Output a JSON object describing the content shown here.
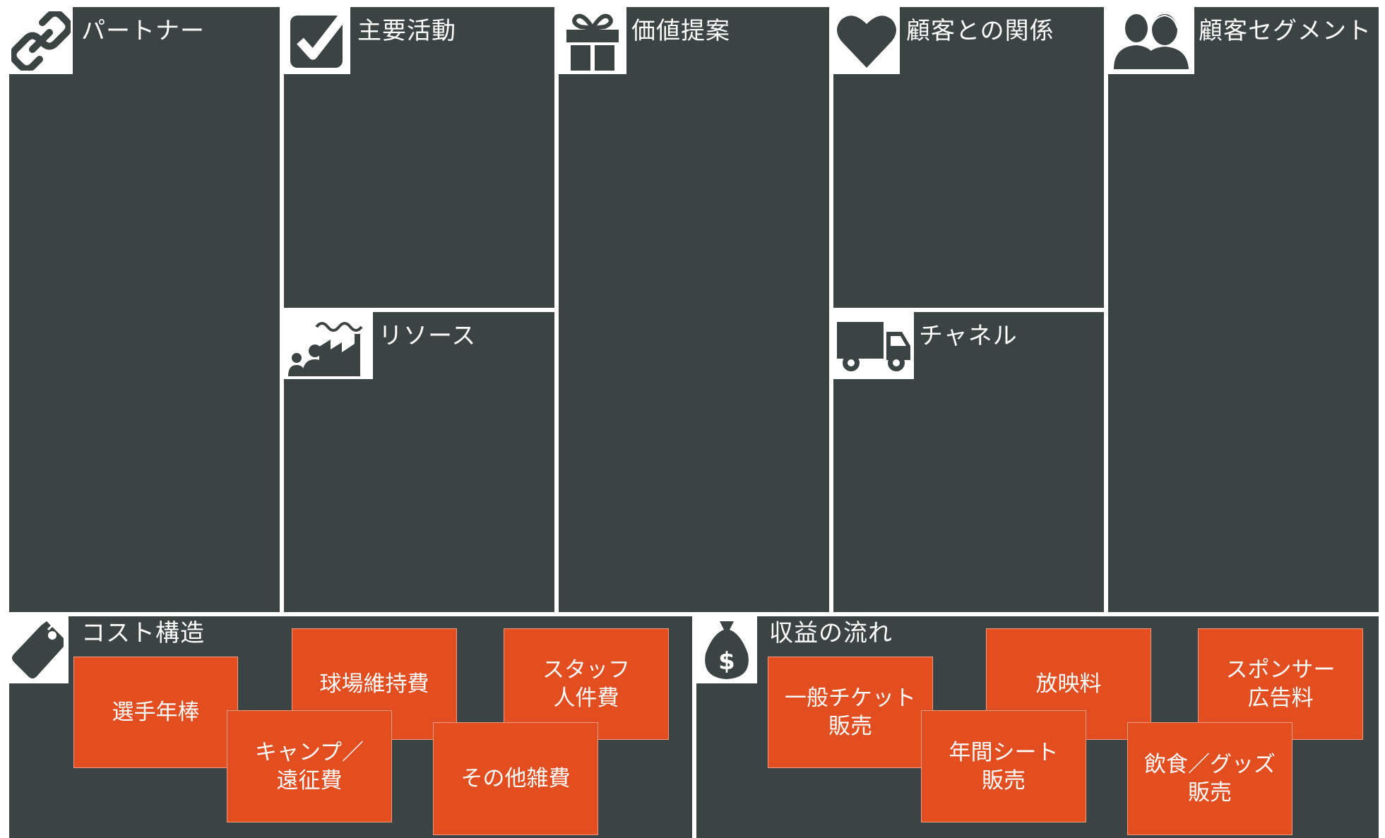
{
  "canvas": {
    "partners": {
      "title": "パートナー",
      "icon": "link-icon"
    },
    "key_activities": {
      "title": "主要活動",
      "icon": "checkbox-icon"
    },
    "key_resources": {
      "title": "リソース",
      "icon": "factory-people-icon"
    },
    "value_propositions": {
      "title": "価値提案",
      "icon": "gift-icon"
    },
    "customer_relationships": {
      "title": "顧客との関係",
      "icon": "heart-icon"
    },
    "channels": {
      "title": "チャネル",
      "icon": "truck-icon"
    },
    "customer_segments": {
      "title": "顧客セグメント",
      "icon": "people-icon"
    },
    "cost_structure": {
      "title": "コスト構造",
      "icon": "price-tag-icon",
      "notes": [
        "選手年棒",
        "球場維持費",
        "スタッフ\n人件費",
        "キャンプ／\n遠征費",
        "その他雑費"
      ]
    },
    "revenue_streams": {
      "title": "収益の流れ",
      "icon": "money-bag-icon",
      "notes": [
        "一般チケット\n販売",
        "放映料",
        "スポンサー\n広告料",
        "年間シート\n販売",
        "飲食／グッズ\n販売"
      ]
    }
  },
  "colors": {
    "block_background": "#3b4442",
    "note_orange": "#e24e20",
    "text_white": "#ffffff"
  }
}
